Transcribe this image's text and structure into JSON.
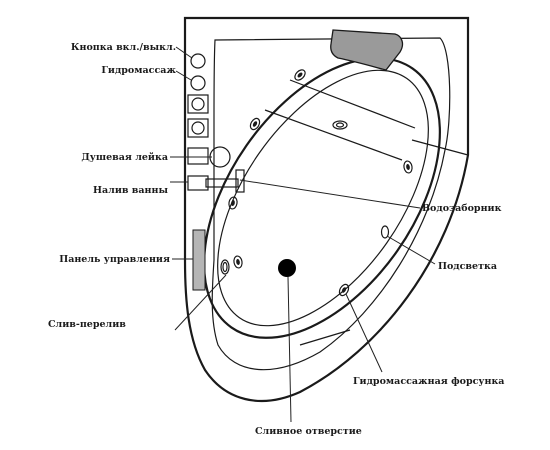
{
  "diagram": {
    "labels": {
      "power_button": "Кнопка вкл./выкл.",
      "hydromassage": "Гидромассаж",
      "shower_head": "Душевая лейка",
      "bath_fill": "Налив ванны",
      "water_intake": "Водозаборник",
      "control_panel": "Панель управления",
      "lighting": "Подсветка",
      "overflow_drain": "Слив-перелив",
      "hydromassage_jet": "Гидромассажная форсунка",
      "drain_hole": "Сливное отверстие"
    },
    "colors": {
      "outline": "#1a1a1a",
      "headrest": "#9a9a9a",
      "control_panel": "#b5b5b5",
      "drain": "#000000",
      "background": "#ffffff"
    }
  }
}
